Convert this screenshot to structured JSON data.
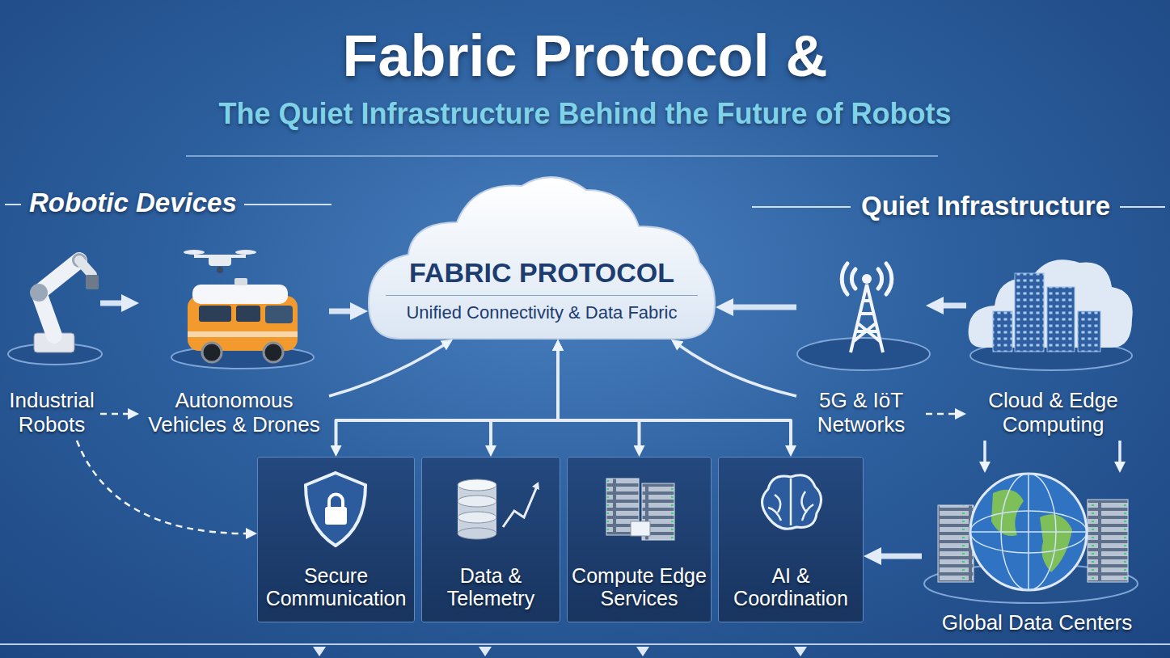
{
  "diagram": {
    "title": "Fabric Protocol &",
    "nodes": [
      {
        "text": [
          "Industrial Robots"
        ]
      },
      {
        "text": [
          "Autonomous Vehicles & Drones"
        ]
      },
      {
        "text": [
          "FABRIC PROTOCOL",
          "Unified Connectivity & Data Fabric"
        ]
      },
      {
        "text": [
          "5G & IöT Networks"
        ]
      },
      {
        "text": [
          "Cloud & Edge Computing"
        ]
      },
      {
        "text": [
          "Secure Communication"
        ]
      },
      {
        "text": [
          "Data & Telemetry"
        ]
      },
      {
        "text": [
          "Compute Edge Services"
        ]
      },
      {
        "text": [
          "AI & Coordination"
        ]
      },
      {
        "text": [
          "Global Data Centers"
        ]
      }
    ],
    "edges": [
      {
        "from": 0,
        "to": 1,
        "arrow": "to"
      },
      {
        "from": 0,
        "to": 1,
        "arrow": "to"
      },
      {
        "from": 1,
        "to": 2,
        "arrow": "to"
      },
      {
        "from": 1,
        "to": 2,
        "arrow": "to"
      },
      {
        "from": 0,
        "to": 5,
        "arrow": "to"
      },
      {
        "from": 3,
        "to": 2,
        "arrow": "to"
      },
      {
        "from": 3,
        "to": 2,
        "arrow": "to"
      },
      {
        "from": 4,
        "to": 3,
        "arrow": "to"
      },
      {
        "from": 3,
        "to": 4,
        "arrow": "to"
      },
      {
        "from": 2,
        "to": 5,
        "arrow": "both"
      },
      {
        "from": 2,
        "to": 6,
        "arrow": "both"
      },
      {
        "from": 2,
        "to": 7,
        "arrow": "both"
      },
      {
        "from": 2,
        "to": 8,
        "arrow": "both"
      },
      {
        "from": 4,
        "to": 9,
        "arrow": "to"
      },
      {
        "from": 4,
        "to": 9,
        "arrow": "to"
      },
      {
        "from": 9,
        "to": 8,
        "arrow": "to"
      }
    ],
    "labels": [
      "The Quiet Infrastructure Behind the Future of Robots",
      "Robotic Devices",
      "Quiet Infrastructure"
    ]
  }
}
